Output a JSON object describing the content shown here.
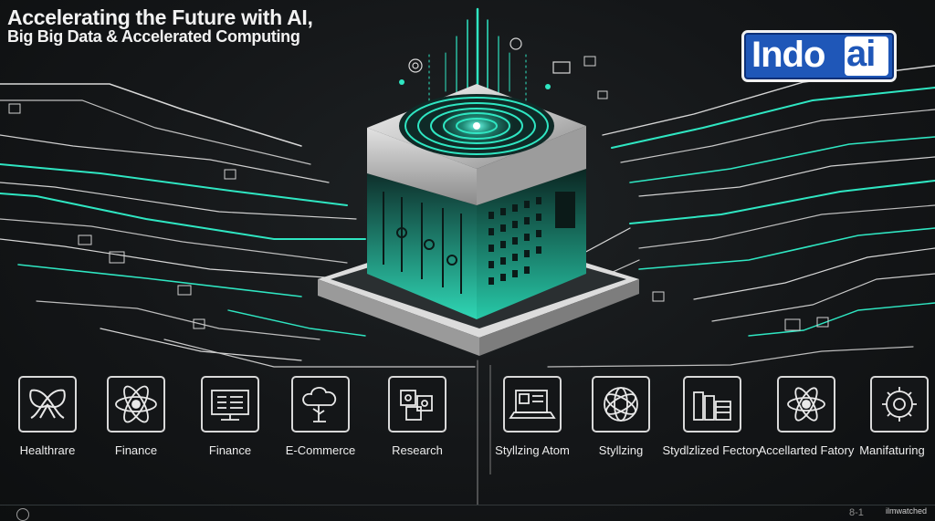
{
  "headline": {
    "line1": "Accelerating the Future with AI,",
    "line2": "Big Big Data & Accelerated Computing"
  },
  "logo": {
    "part1": "Indo",
    "part2": "ai"
  },
  "colors": {
    "accent": "#2fe6c2",
    "background": "#121416",
    "logo_blue": "#1f57b8",
    "text": "#ededed"
  },
  "industries": [
    {
      "icon": "knot-icon",
      "label": "Healthrare"
    },
    {
      "icon": "atom-icon",
      "label": "Finance"
    },
    {
      "icon": "monitor-icon",
      "label": "Finance"
    },
    {
      "icon": "tree-icon",
      "label": "E-Commerce"
    },
    {
      "icon": "cubes-icon",
      "label": "Research"
    },
    {
      "icon": "laptop-icon",
      "label": "Styllzing Atom"
    },
    {
      "icon": "sphere-icon",
      "label": "Styllzing"
    },
    {
      "icon": "books-icon",
      "label": "Stydlzlized Fectory"
    },
    {
      "icon": "atom-icon",
      "label": "Accellarted Fatory"
    },
    {
      "icon": "gear-icon",
      "label": "Manifaturing"
    }
  ],
  "footer": {
    "page_marker": "8-1",
    "brand": "ilmwatched"
  }
}
